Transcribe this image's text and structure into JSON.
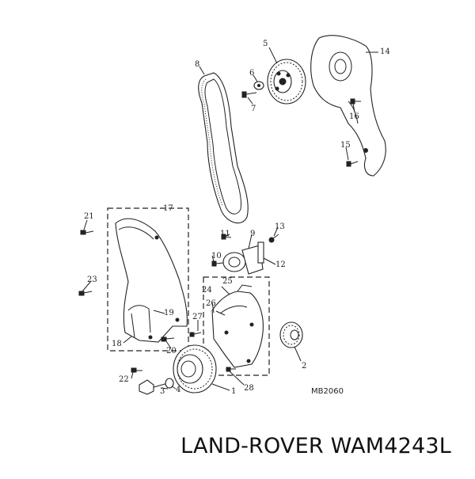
{
  "diagram": {
    "reference_code": "MB2060",
    "callouts": [
      "1",
      "2",
      "3",
      "4",
      "5",
      "6",
      "7",
      "8",
      "9",
      "10",
      "11",
      "12",
      "13",
      "14",
      "15",
      "16",
      "17",
      "18",
      "19",
      "20",
      "21",
      "22",
      "23",
      "24",
      "25",
      "26",
      "27",
      "28"
    ]
  },
  "caption": "LAND-ROVER WAM4243L"
}
